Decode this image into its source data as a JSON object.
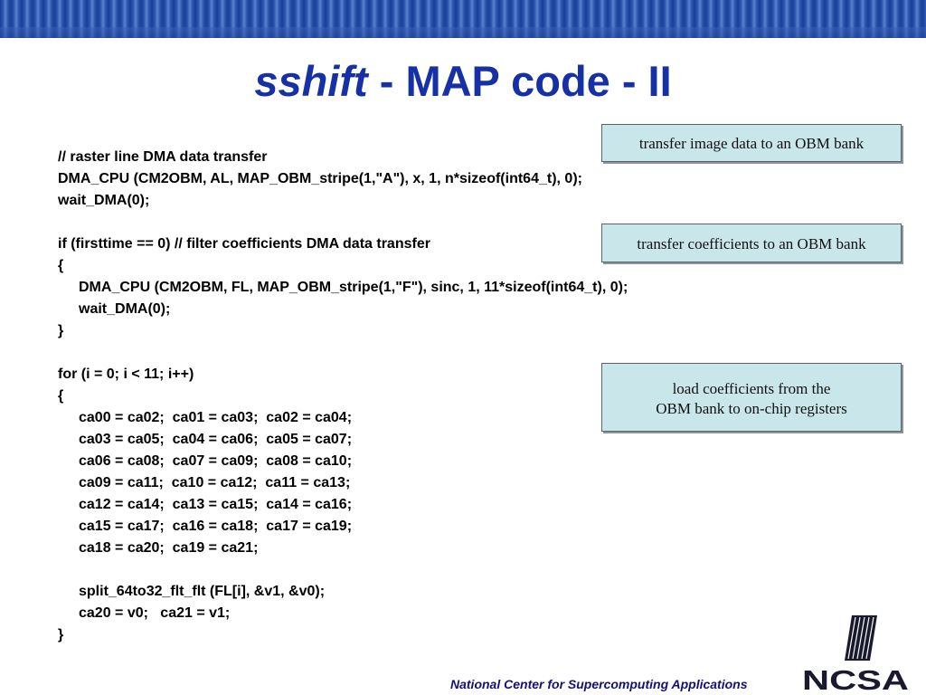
{
  "slide": {
    "title_italic": "sshift",
    "title_rest": " - MAP code - II"
  },
  "code_lines": [
    {
      "text": "// raster line DMA data transfer",
      "indent": false
    },
    {
      "text": "DMA_CPU (CM2OBM, AL, MAP_OBM_stripe(1,\"A\"), x, 1, n*sizeof(int64_t), 0);",
      "indent": false
    },
    {
      "text": "wait_DMA(0);",
      "indent": false
    },
    {
      "text": "",
      "indent": false
    },
    {
      "text": "if (firsttime == 0) // filter coefficients DMA data transfer",
      "indent": false
    },
    {
      "text": "{",
      "indent": false
    },
    {
      "text": "DMA_CPU (CM2OBM, FL, MAP_OBM_stripe(1,\"F\"), sinc, 1, 11*sizeof(int64_t), 0);",
      "indent": true
    },
    {
      "text": "wait_DMA(0);",
      "indent": true
    },
    {
      "text": "}",
      "indent": false
    },
    {
      "text": "",
      "indent": false
    },
    {
      "text": "for (i = 0; i < 11; i++)",
      "indent": false
    },
    {
      "text": "{",
      "indent": false
    },
    {
      "text": "ca00 = ca02;  ca01 = ca03;  ca02 = ca04;",
      "indent": true
    },
    {
      "text": "ca03 = ca05;  ca04 = ca06;  ca05 = ca07;",
      "indent": true
    },
    {
      "text": "ca06 = ca08;  ca07 = ca09;  ca08 = ca10;",
      "indent": true
    },
    {
      "text": "ca09 = ca11;  ca10 = ca12;  ca11 = ca13;",
      "indent": true
    },
    {
      "text": "ca12 = ca14;  ca13 = ca15;  ca14 = ca16;",
      "indent": true
    },
    {
      "text": "ca15 = ca17;  ca16 = ca18;  ca17 = ca19;",
      "indent": true
    },
    {
      "text": "ca18 = ca20;  ca19 = ca21;",
      "indent": true
    },
    {
      "text": "",
      "indent": false
    },
    {
      "text": "split_64to32_flt_flt (FL[i], &v1, &v0);",
      "indent": true
    },
    {
      "text": "ca20 = v0;   ca21 = v1;",
      "indent": true
    },
    {
      "text": "}",
      "indent": false
    }
  ],
  "notes": {
    "note1": "transfer image data to an OBM bank",
    "note2": "transfer coefficients to an OBM bank",
    "note3_line1": "load coefficients from the",
    "note3_line2": "OBM bank to on-chip registers"
  },
  "footer": {
    "text": "National Center for Supercomputing Applications",
    "logo_text": "NCSA"
  },
  "colors": {
    "title": "#1630a5",
    "band": "#2752ad",
    "note_bg": "#c9e6ea",
    "footer": "#111177",
    "logo": "#1a1a2e"
  }
}
